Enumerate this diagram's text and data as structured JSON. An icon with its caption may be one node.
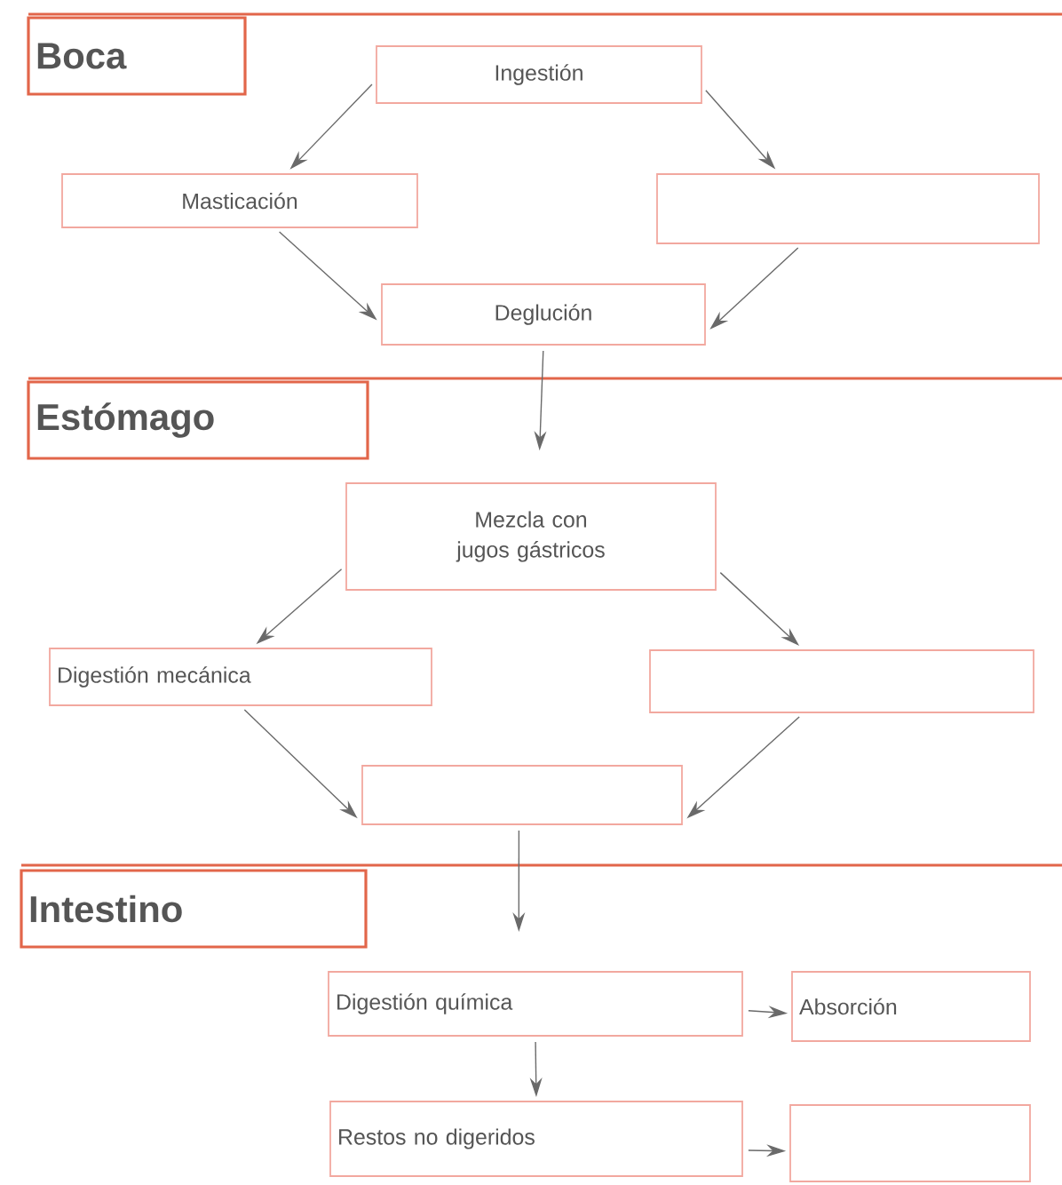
{
  "diagram": {
    "nodes": [
      {
        "text": [
          "Boca"
        ]
      },
      {
        "text": [
          "Ingestión"
        ]
      },
      {
        "text": [
          "Masticación"
        ]
      },
      {
        "text": [],
        "shape": "box"
      },
      {
        "text": [
          "Deglución"
        ]
      },
      {
        "text": [
          "Estómago"
        ]
      },
      {
        "text": [
          "Mezcla con jugos gástricos"
        ]
      },
      {
        "text": [
          "Digestión mecánica"
        ]
      },
      {
        "text": [],
        "shape": "box"
      },
      {
        "text": [],
        "shape": "box"
      },
      {
        "text": [
          "Intestino"
        ]
      },
      {
        "text": [
          "Digestión química"
        ]
      },
      {
        "text": [
          "Absorción"
        ]
      },
      {
        "text": [
          "Restos no digeridos"
        ]
      },
      {
        "text": [],
        "shape": "box"
      }
    ],
    "edges": [
      {
        "from": 1,
        "to": 2,
        "arrow": "to"
      },
      {
        "from": 1,
        "to": 3,
        "arrow": "to"
      },
      {
        "from": 2,
        "to": 4,
        "arrow": "to"
      },
      {
        "from": 3,
        "to": 4,
        "arrow": "to"
      },
      {
        "from": 4,
        "to": 6,
        "arrow": "to"
      },
      {
        "from": 6,
        "to": 7,
        "arrow": "to"
      },
      {
        "from": 6,
        "to": 8,
        "arrow": "to"
      },
      {
        "from": 7,
        "to": 9,
        "arrow": "to"
      },
      {
        "from": 8,
        "to": 9,
        "arrow": "to"
      },
      {
        "from": 9,
        "to": 11,
        "arrow": "to"
      },
      {
        "from": 11,
        "to": 12,
        "arrow": "to"
      },
      {
        "from": 11,
        "to": 13,
        "arrow": "to"
      },
      {
        "from": 13,
        "to": 14,
        "arrow": "to"
      }
    ]
  }
}
